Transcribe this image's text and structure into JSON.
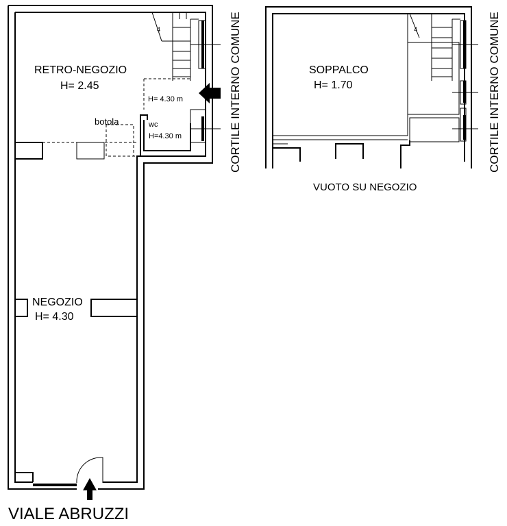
{
  "ground_floor": {
    "rooms": [
      {
        "name": "RETRO-NEGOZIO",
        "height": "H= 2.45"
      },
      {
        "name": "NEGOZIO",
        "height": "H= 4.30"
      },
      {
        "name": "wc",
        "height": "H=4.30 m"
      }
    ],
    "hatch_label": "botola",
    "passage_height": "H= 4.30 m",
    "street": "VIALE ABRUZZI"
  },
  "mezzanine": {
    "room": {
      "name": "SOPPALCO",
      "height": "H= 1.70"
    },
    "void_caption": "VUOTO SU NEGOZIO"
  },
  "courtyard_label": "CORTILE INTERNO COMUNE",
  "stair_number": "4",
  "colors": {
    "lines": "#000000",
    "background": "#ffffff"
  }
}
